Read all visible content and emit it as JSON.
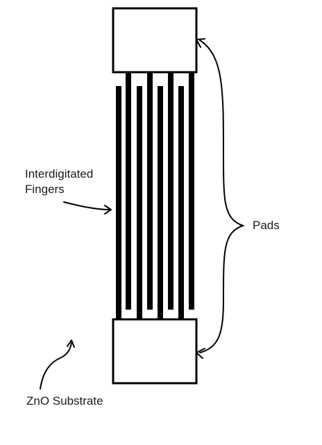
{
  "labels": {
    "fingers_line1": "Interdigitated",
    "fingers_line2": "Fingers",
    "pads": "Pads",
    "substrate": "ZnO Substrate"
  },
  "colors": {
    "ink": "#000000",
    "text": "#1a1a1a",
    "background": "#ffffff"
  },
  "structure": {
    "pad_count": 2,
    "fingers_from_top_pad": 4,
    "fingers_from_bottom_pad": 4
  }
}
